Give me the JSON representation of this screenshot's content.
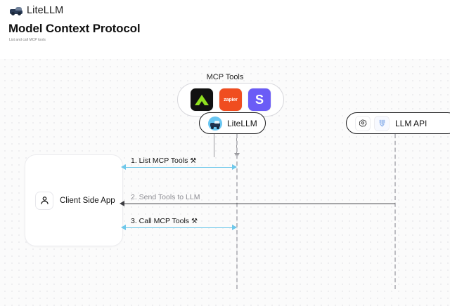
{
  "header": {
    "brand": "LiteLLM",
    "brand_logo_icon": "truck-logo-icon",
    "title": "Model Context Protocol",
    "subtitle": "List and call MCP tools"
  },
  "canvas": {
    "background_color": "#fbfbfb",
    "dot_grid": true,
    "dot_color": "#e9e9ec"
  },
  "mcp_tools": {
    "label": "MCP Tools",
    "items": [
      {
        "name": "tool-icon-triangle",
        "text": "",
        "bg": "#111111",
        "fg": "#8fe01f"
      },
      {
        "name": "tool-icon-zapier",
        "text": "zapier",
        "bg": "#f04d20",
        "fg": "#ffffff"
      },
      {
        "name": "tool-icon-s",
        "text": "S",
        "bg": "#6b5cf6",
        "fg": "#ffffff"
      }
    ]
  },
  "nodes": {
    "litellm": {
      "label": "LiteLLM",
      "icon": "litellm-truck-icon"
    },
    "llm_api": {
      "label": "LLM API",
      "icons": [
        "openai-icon",
        "anthropic-icon"
      ]
    },
    "client": {
      "label": "Client Side App",
      "icon": "user-icon"
    }
  },
  "messages": [
    {
      "index": "1.",
      "label": "1. List MCP Tools",
      "glyph": "⚒",
      "color": "#6fc8ea",
      "direction": "bidirectional",
      "from": "client-side-app",
      "to": "litellm"
    },
    {
      "index": "2.",
      "label": "2. Send Tools to LLM",
      "glyph": "",
      "color": "#3d3d42",
      "direction": "left",
      "from": "llm-api",
      "to": "client-side-app"
    },
    {
      "index": "3.",
      "label": "3. Call MCP Tools",
      "glyph": "⚒",
      "color": "#6fc8ea",
      "direction": "bidirectional",
      "from": "client-side-app",
      "to": "litellm"
    }
  ],
  "connectors": {
    "tools_up": "arrow-up-to-mcp-tools",
    "tools_down": "arrow-down-to-litellm"
  }
}
